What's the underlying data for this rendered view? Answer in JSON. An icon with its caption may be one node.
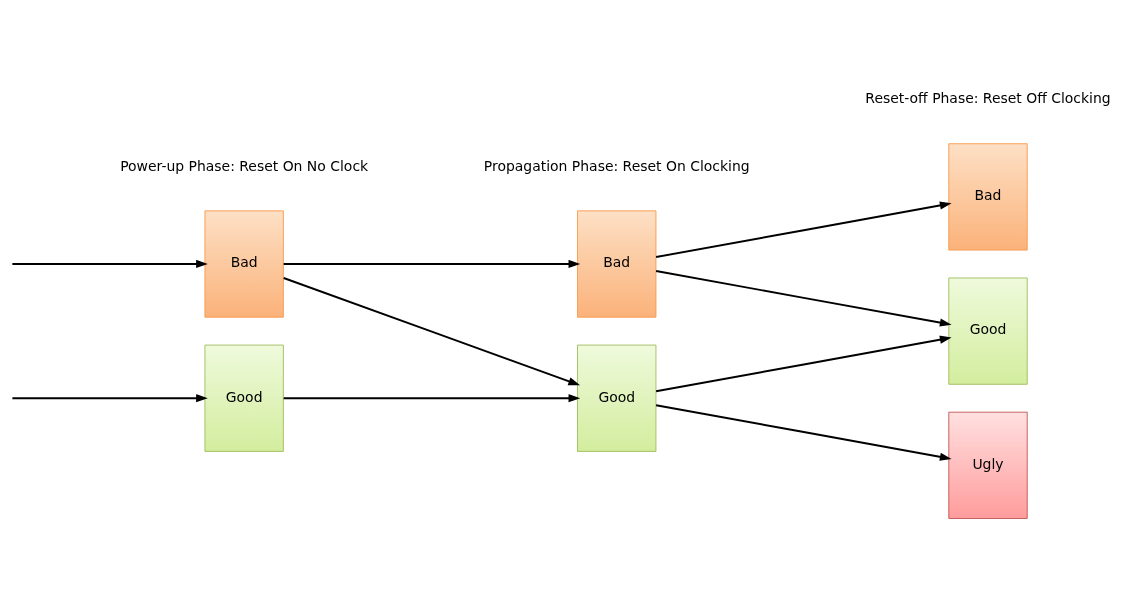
{
  "diagram": {
    "nodes": [
      {
        "text": [
          "Bad"
        ]
      },
      {
        "text": [
          "Good"
        ]
      },
      {
        "text": [
          "Bad"
        ]
      },
      {
        "text": [
          "Good"
        ]
      },
      {
        "text": [
          "Bad"
        ]
      },
      {
        "text": [
          "Good"
        ]
      },
      {
        "text": [
          "Ugly"
        ]
      }
    ],
    "edges": [
      {
        "from": null,
        "to": 0,
        "arrow": "to"
      },
      {
        "from": null,
        "to": 1,
        "arrow": "to"
      },
      {
        "from": 0,
        "to": 2,
        "arrow": "to"
      },
      {
        "from": 0,
        "to": 3,
        "arrow": "to"
      },
      {
        "from": 1,
        "to": 3,
        "arrow": "to"
      },
      {
        "from": 2,
        "to": 4,
        "arrow": "to"
      },
      {
        "from": 2,
        "to": 5,
        "arrow": "to"
      },
      {
        "from": 3,
        "to": 5,
        "arrow": "to"
      },
      {
        "from": 3,
        "to": 6,
        "arrow": "to"
      }
    ],
    "labels": [
      "Power-up Phase: Reset On No Clock",
      "Propagation Phase: Reset On Clocking",
      "Reset-off Phase: Reset Off Clocking"
    ]
  }
}
